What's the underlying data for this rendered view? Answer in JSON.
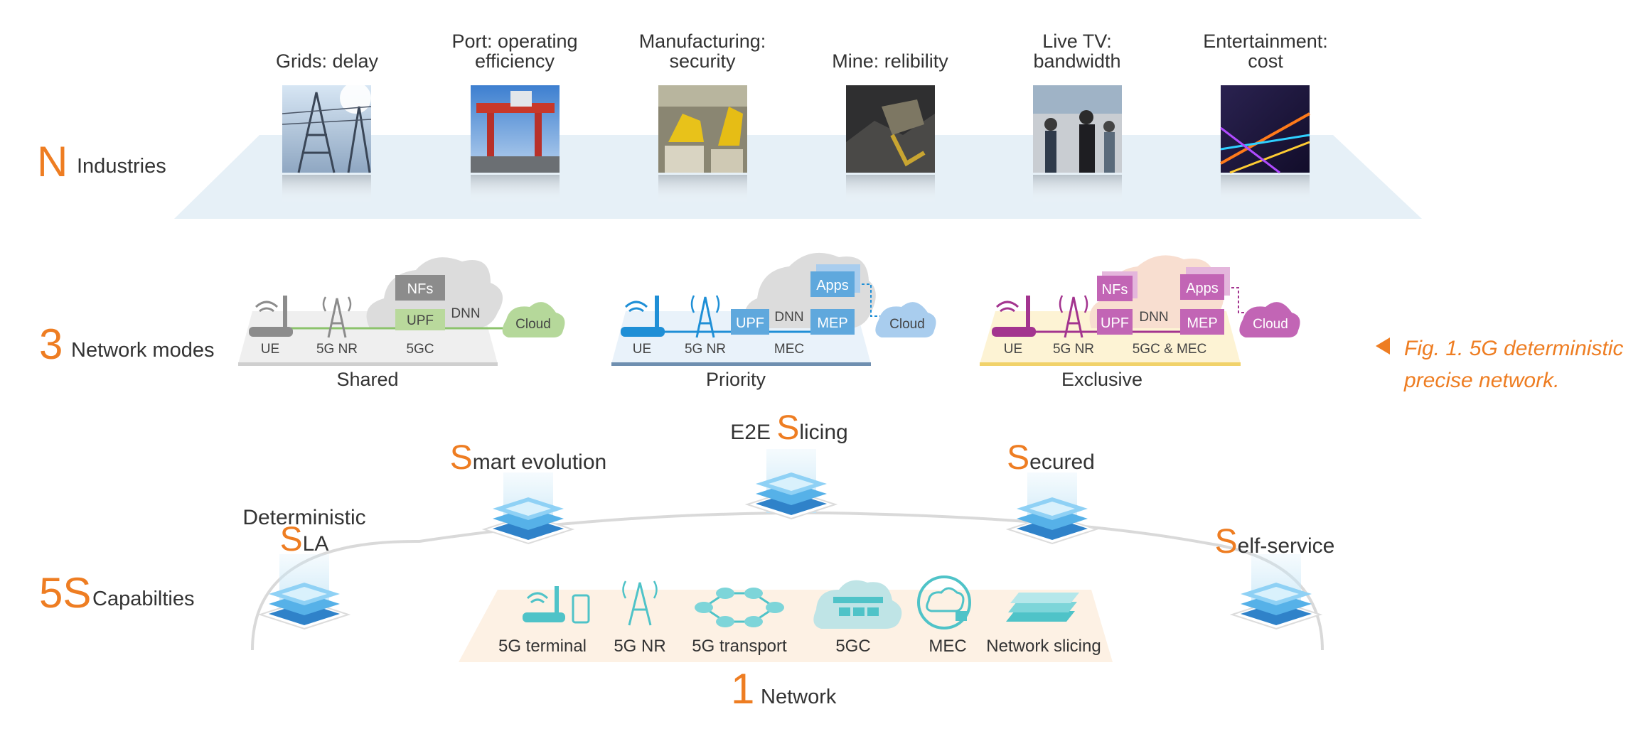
{
  "rows": {
    "industries": {
      "num": "N",
      "label": "Industries"
    },
    "modes": {
      "num": "3",
      "label": "Network modes"
    },
    "capabilities": {
      "num": "5S",
      "label": "Capabilties"
    },
    "network": {
      "num": "1",
      "label": "Network"
    }
  },
  "industries": [
    {
      "line1": "Grids: delay",
      "line2": "",
      "icon": "power-grid-photo"
    },
    {
      "line1": "Port: operating",
      "line2": "efficiency",
      "icon": "port-crane-photo"
    },
    {
      "line1": "Manufacturing:",
      "line2": "security",
      "icon": "factory-robot-photo"
    },
    {
      "line1": "Mine: relibility",
      "line2": "",
      "icon": "mine-excavator-photo"
    },
    {
      "line1": "Live TV:",
      "line2": "bandwidth",
      "icon": "live-tv-crowd-photo"
    },
    {
      "line1": "Entertainment:",
      "line2": "cost",
      "icon": "city-night-photo"
    }
  ],
  "modes": {
    "shared": {
      "title": "Shared",
      "ue": "UE",
      "nr": "5G NR",
      "core": "5GC",
      "nfs": "NFs",
      "upf": "UPF",
      "dnn": "DNN",
      "cloud": "Cloud",
      "color": "#8c8c8c"
    },
    "priority": {
      "title": "Priority",
      "ue": "UE",
      "nr": "5G NR",
      "core": "MEC",
      "upf": "UPF",
      "dnn": "DNN",
      "apps": "Apps",
      "mep": "MEP",
      "cloud": "Cloud",
      "color": "#1f8fd6"
    },
    "exclusive": {
      "title": "Exclusive",
      "ue": "UE",
      "nr": "5G NR",
      "core": "5GC & MEC",
      "nfs": "NFs",
      "upf": "UPF",
      "dnn": "DNN",
      "apps": "Apps",
      "mep": "MEP",
      "cloud": "Cloud",
      "color": "#a3348f"
    }
  },
  "capabilities": [
    {
      "pre": "Deterministic",
      "s": "S",
      "rest": "LA"
    },
    {
      "pre": "",
      "s": "S",
      "rest": "mart evolution"
    },
    {
      "pre": "E2E ",
      "s": "S",
      "rest": "licing"
    },
    {
      "pre": "",
      "s": "S",
      "rest": "ecured"
    },
    {
      "pre": "",
      "s": "S",
      "rest": "elf-service"
    }
  ],
  "network_items": [
    {
      "label": "5G terminal",
      "icon": "terminal-router-icon"
    },
    {
      "label": "5G NR",
      "icon": "antenna-tower-icon"
    },
    {
      "label": "5G transport",
      "icon": "transport-ring-icon"
    },
    {
      "label": "5GC",
      "icon": "core-cloud-icon"
    },
    {
      "label": "MEC",
      "icon": "mec-cloud-icon"
    },
    {
      "label": "Network slicing",
      "icon": "slicing-layers-icon"
    }
  ],
  "caption": {
    "line1": "Fig. 1. 5G deterministic",
    "line2": "precise network."
  },
  "colors": {
    "accent": "#ee7d22",
    "teal": "#4fc3c8",
    "blue": "#3a8fd1"
  }
}
